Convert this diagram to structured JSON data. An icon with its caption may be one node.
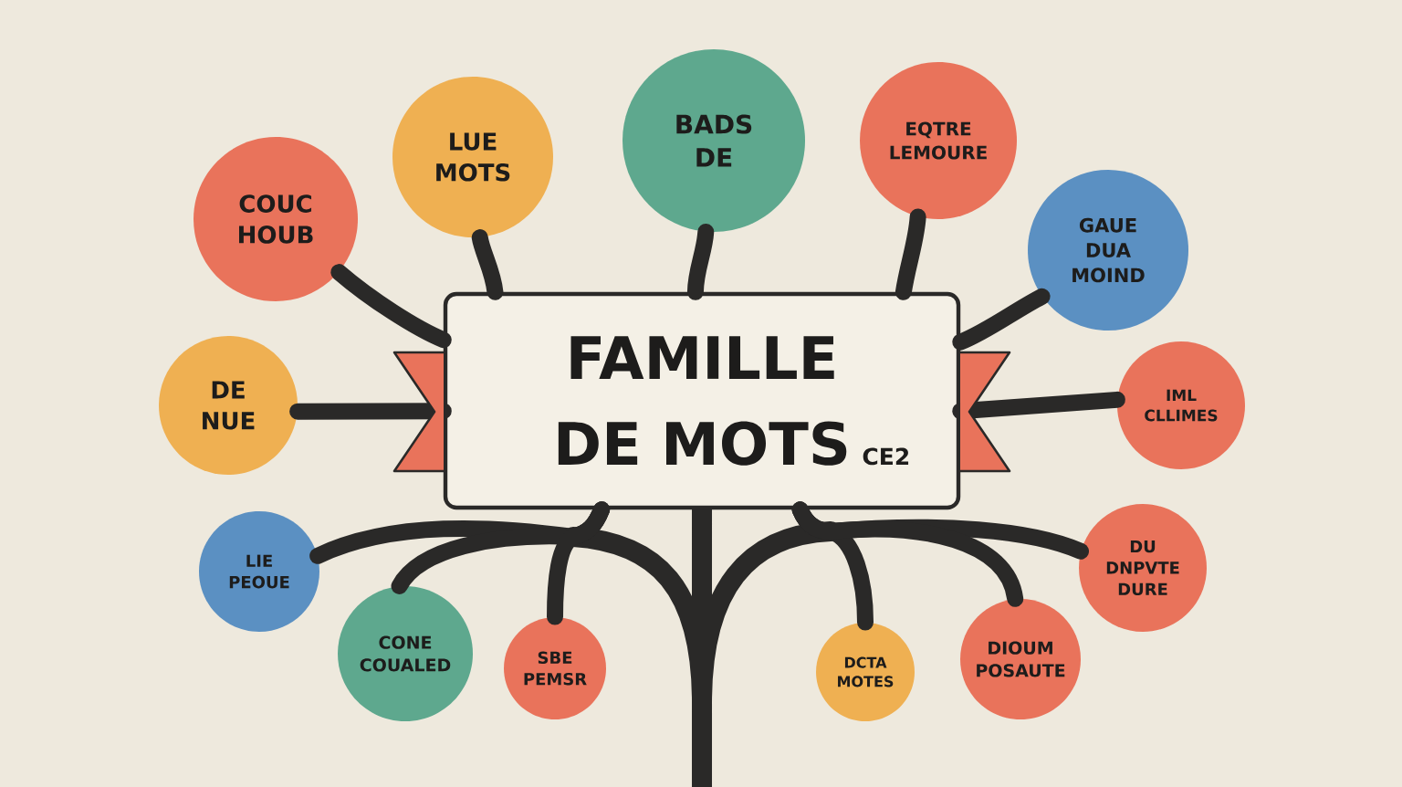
{
  "diagram": {
    "nodes": [
      {
        "text": [
          "FAMILLE DE MOTS",
          "CE2"
        ]
      },
      {
        "text": [
          "LUE MOTS"
        ]
      },
      {
        "text": [
          "BADS DE"
        ]
      },
      {
        "text": [
          "EQTRE LEMOURE"
        ]
      },
      {
        "text": [
          "COUC HOUB"
        ]
      },
      {
        "text": [
          "GAUE DUA MOIND"
        ]
      },
      {
        "text": [
          "DE NUE"
        ]
      },
      {
        "text": [
          "IML CLLIMES"
        ]
      },
      {
        "text": [
          "LIE PEOUE"
        ]
      },
      {
        "text": [
          "DU DNPVTE DURE"
        ]
      },
      {
        "text": [
          "CONE COUALED"
        ]
      },
      {
        "text": [
          "SBE PEMSR"
        ]
      },
      {
        "text": [
          "DCTA MOTES"
        ]
      },
      {
        "text": [
          "DIOUM POSAUTE"
        ]
      }
    ],
    "edges": [
      {
        "from": 0,
        "to": 1,
        "arrow": "none"
      },
      {
        "from": 0,
        "to": 2,
        "arrow": "none"
      },
      {
        "from": 0,
        "to": 3,
        "arrow": "none"
      },
      {
        "from": 0,
        "to": 4,
        "arrow": "none"
      },
      {
        "from": 0,
        "to": 5,
        "arrow": "none"
      },
      {
        "from": 0,
        "to": 6,
        "arrow": "none"
      },
      {
        "from": 0,
        "to": 7,
        "arrow": "none"
      },
      {
        "from": 0,
        "to": 8,
        "arrow": "none"
      },
      {
        "from": 0,
        "to": 9,
        "arrow": "none"
      },
      {
        "from": 0,
        "to": 10,
        "arrow": "none"
      },
      {
        "from": 0,
        "to": 11,
        "arrow": "none"
      },
      {
        "from": 0,
        "to": 12,
        "arrow": "none"
      },
      {
        "from": 0,
        "to": 13,
        "arrow": "none"
      }
    ]
  }
}
